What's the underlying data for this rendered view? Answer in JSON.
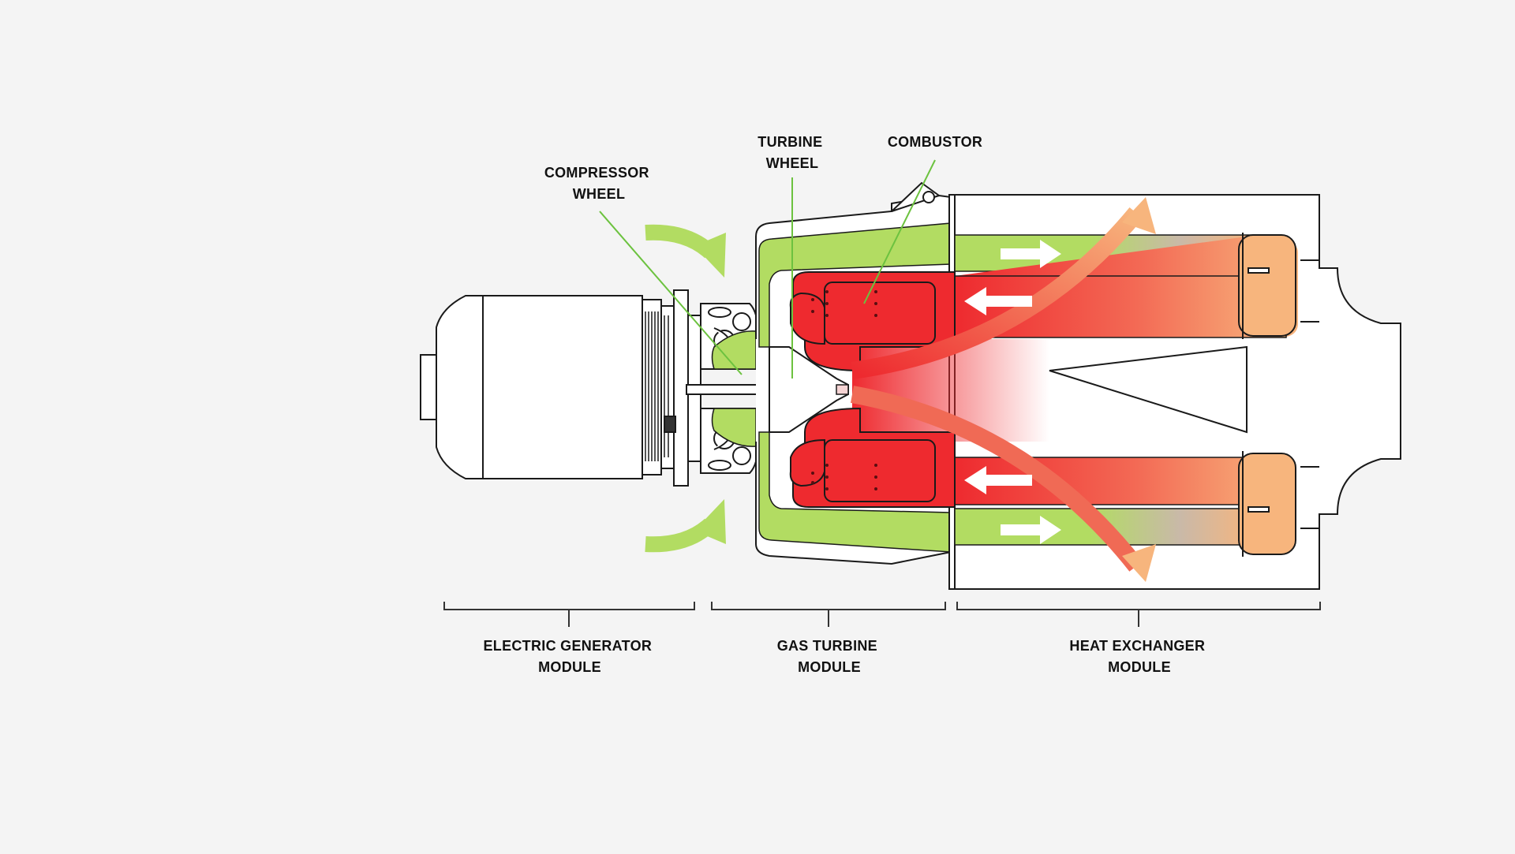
{
  "labels": {
    "compressor_wheel": [
      "COMPRESSOR",
      "WHEEL"
    ],
    "turbine_wheel": [
      "TURBINE",
      "WHEEL"
    ],
    "combustor": [
      "COMBUSTOR"
    ],
    "electric_generator_module": [
      "ELECTRIC GENERATOR",
      "MODULE"
    ],
    "gas_turbine_module": [
      "GAS TURBINE",
      "MODULE"
    ],
    "heat_exchanger_module": [
      "HEAT EXCHANGER",
      "MODULE"
    ]
  },
  "colors": {
    "background": "#f4f4f4",
    "cold_air_green": "#b2dc62",
    "hot_gas_red": "#ee2a2f",
    "exhaust_orange": "#f7b57d",
    "outline": "#1a1a1a",
    "leader_line_green": "#6cc23f"
  }
}
